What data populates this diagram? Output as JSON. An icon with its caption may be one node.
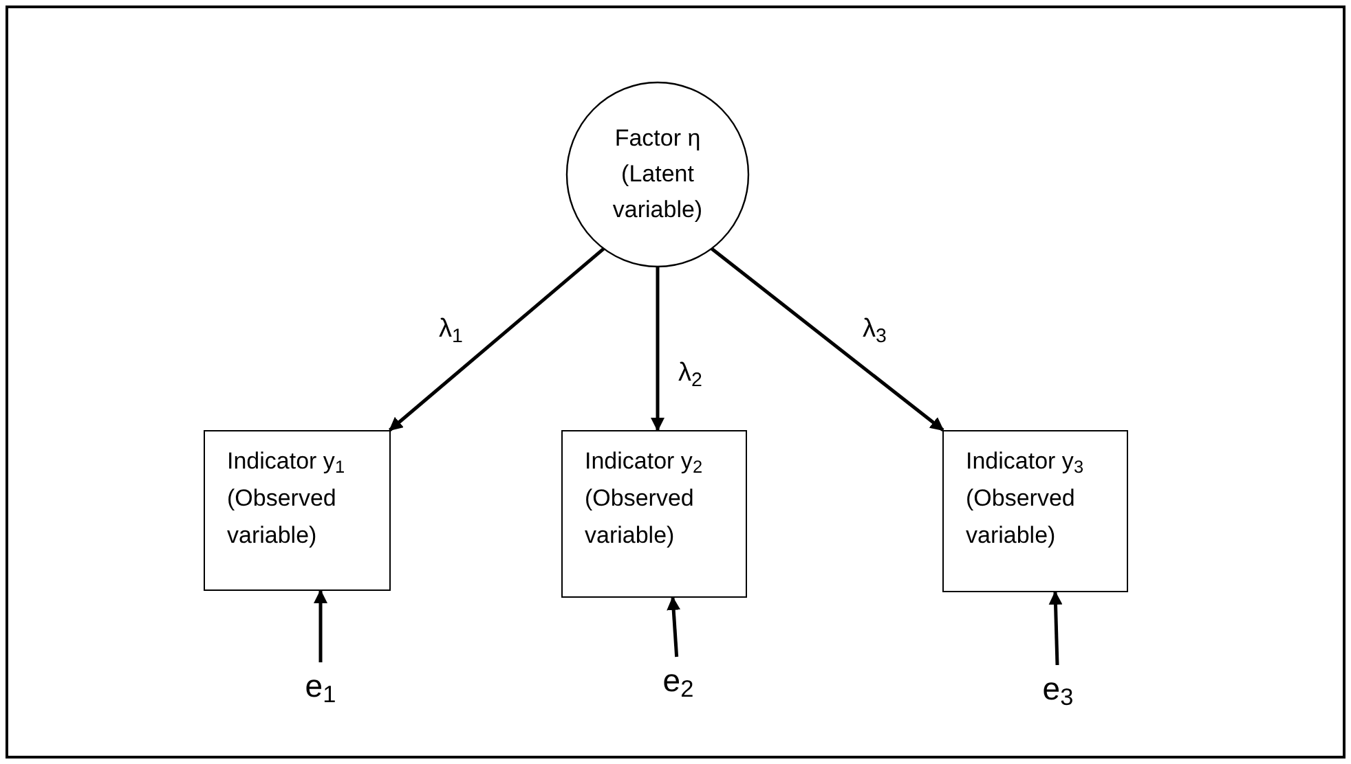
{
  "diagram": {
    "nodes": [
      {
        "text": [
          "Factor η",
          "(Latent variable)"
        ]
      },
      {
        "text": [
          "Indicator y$_{1}$",
          "(Observed variable)"
        ]
      },
      {
        "text": [
          "Indicator y$_{2}$",
          "(Observed variable)"
        ]
      },
      {
        "text": [
          "Indicator y$_{3}$",
          "(Observed variable)"
        ]
      },
      {
        "text": [
          "e$_{1}$"
        ]
      },
      {
        "text": [
          "e$_{2}$"
        ]
      },
      {
        "text": [
          "e$_{3}$"
        ]
      }
    ],
    "edges": [
      {
        "from": 0,
        "to": 1,
        "arrow": "to",
        "label": "λ$_{1}$"
      },
      {
        "from": 0,
        "to": 2,
        "arrow": "to",
        "label": "λ$_{2}$"
      },
      {
        "from": 0,
        "to": 3,
        "arrow": "to",
        "label": "λ$_{3}$"
      },
      {
        "from": 4,
        "to": 1,
        "arrow": "to"
      },
      {
        "from": 5,
        "to": 2,
        "arrow": "to"
      },
      {
        "from": 6,
        "to": 3,
        "arrow": "to"
      }
    ]
  }
}
